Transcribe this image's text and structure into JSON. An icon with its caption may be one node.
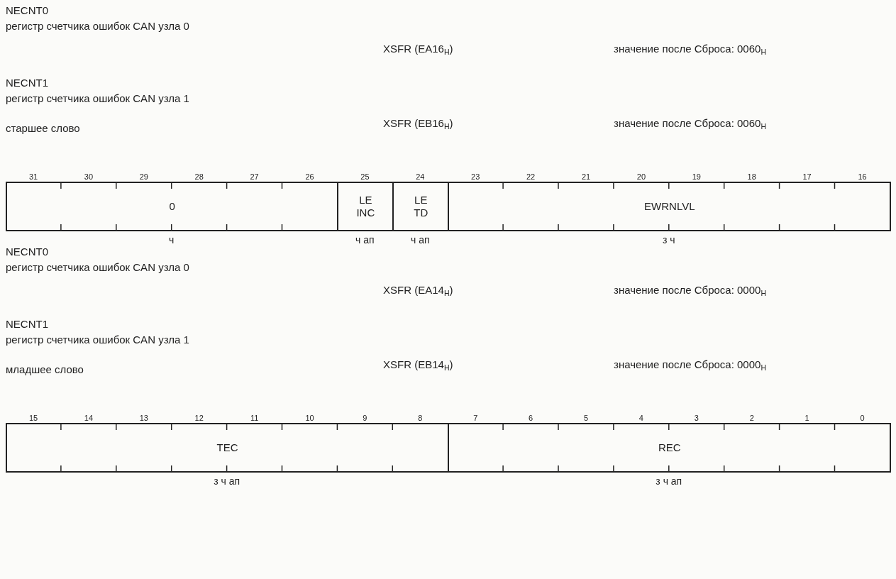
{
  "diagram": {
    "nodes": [
      {
        "text": [
          "0"
        ],
        "beside": [
          "ч"
        ]
      },
      {
        "text": [
          "LE INC"
        ],
        "beside": [
          "ч ап"
        ]
      },
      {
        "text": [
          "LE TD"
        ],
        "beside": [
          "ч ап"
        ]
      },
      {
        "text": [
          "EWRNLVL"
        ],
        "beside": [
          "з ч"
        ]
      },
      {
        "text": [
          "TEC"
        ],
        "beside": [
          "з ч ап"
        ]
      },
      {
        "text": [
          "REC"
        ],
        "beside": [
          "з ч ап"
        ]
      }
    ],
    "labels": [
      "NECNT0",
      "регистр счетчика ошибок CAN узла 0",
      "XSFR (EA16$_{H}$)",
      "значение после Сброса: 0060$_{H}$",
      "NECNT1",
      "регистр счетчика ошибок CAN узла 1",
      "старшее слово",
      "XSFR (EB16$_{H}$)",
      "значение после Сброса: 0060$_{H}$",
      "31",
      "30",
      "29",
      "28",
      "27",
      "26",
      "25",
      "24",
      "23",
      "22",
      "21",
      "20",
      "19",
      "18",
      "17",
      "16",
      "NECNT0",
      "регистр счетчика ошибок CAN узла 0",
      "XSFR (EA14$_{H}$)",
      "значение после Сброса: 0000$_{H}$",
      "NECNT1",
      "регистр счетчика ошибок CAN узла 1",
      "младшее слово",
      "XSFR (EB14$_{H}$)",
      "значение после Сброса: 0000$_{H}$",
      "15",
      "14",
      "13",
      "12",
      "11",
      "10",
      "9",
      "8",
      "7",
      "6",
      "5",
      "4",
      "3",
      "2",
      "1",
      "0"
    ]
  }
}
